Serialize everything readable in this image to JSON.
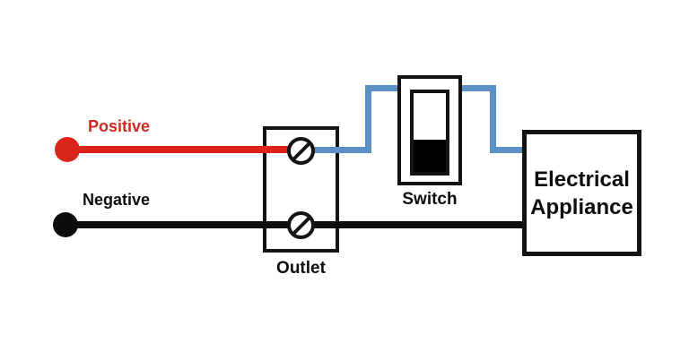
{
  "diagram": {
    "labels": {
      "positive": "Positive",
      "negative": "Negative",
      "outlet": "Outlet",
      "switch": "Switch",
      "appliance_line1": "Electrical",
      "appliance_line2": "Appliance"
    },
    "colors": {
      "positive_wire": "#da251d",
      "positive_label": "#cd2a22",
      "negative_wire": "#0d0d0d",
      "connector_wire": "#5d91c6",
      "outline": "#141414",
      "switch_fill": "#000000",
      "background": "#ffffff"
    }
  }
}
